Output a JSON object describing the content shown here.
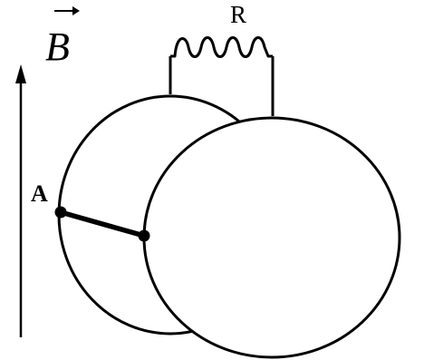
{
  "diagram": {
    "magnetic_field_label": "B",
    "resistor_label": "R",
    "point_label": "A"
  },
  "colors": {
    "stroke": "#000000",
    "background": "#ffffff"
  }
}
